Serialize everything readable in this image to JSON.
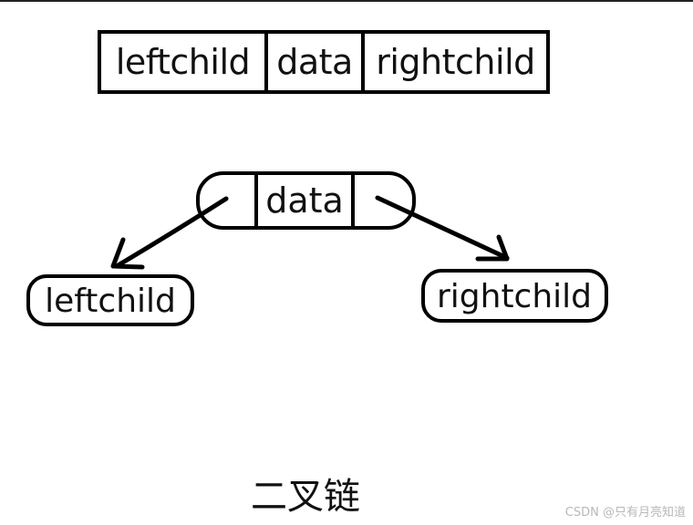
{
  "struct_row": {
    "cells": [
      "leftchild",
      "data",
      "rightchild"
    ]
  },
  "tree": {
    "parent_label": "data",
    "left_child_label": "leftchild",
    "right_child_label": "rightchild"
  },
  "caption": "二叉链",
  "watermark": "CSDN @只有月亮知道",
  "colors": {
    "stroke": "#000000",
    "text": "#111111",
    "watermark": "#b8b8b8"
  }
}
